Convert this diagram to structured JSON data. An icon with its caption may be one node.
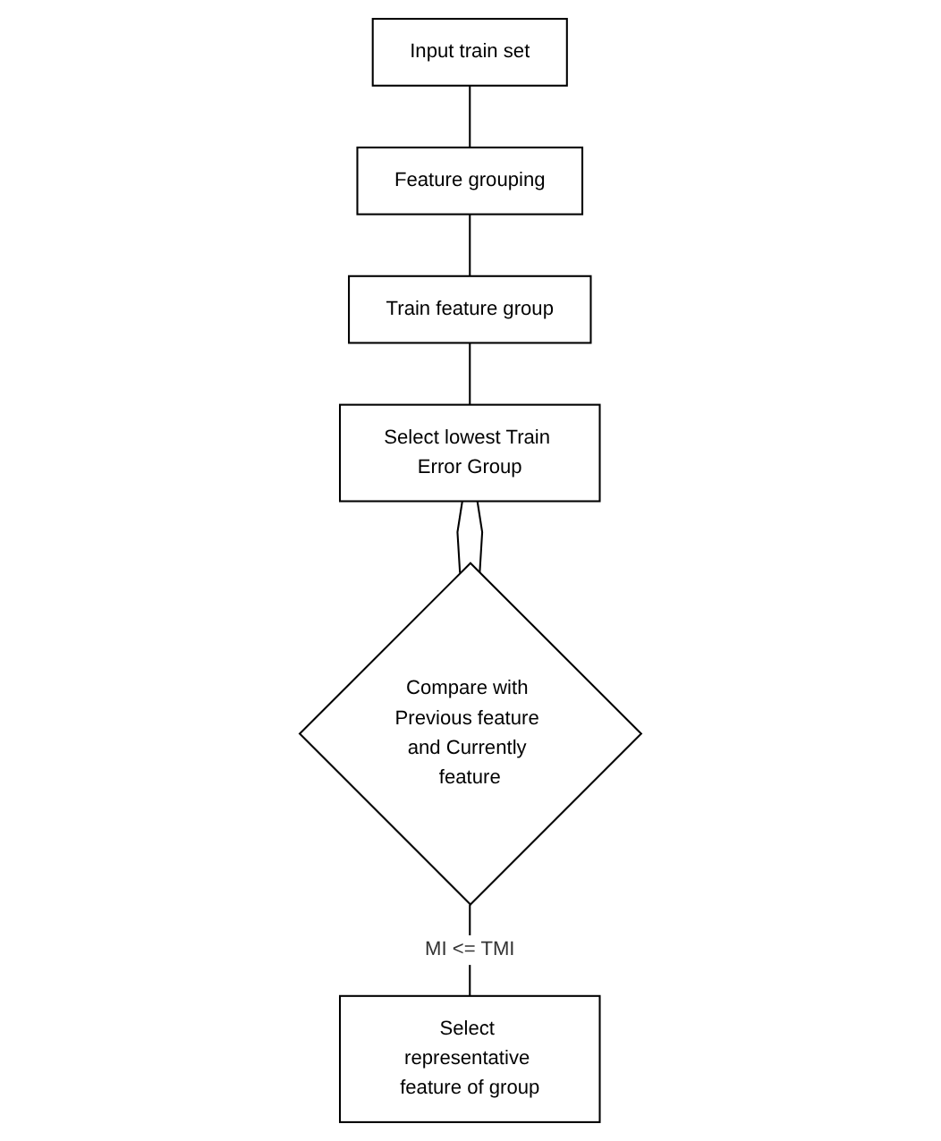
{
  "diagram": {
    "nodes": [
      {
        "text": [
          "Input train set"
        ]
      },
      {
        "text": [
          "Feature grouping"
        ]
      },
      {
        "text": [
          "Train feature group"
        ]
      },
      {
        "text": [
          "Select lowest Train Error Group"
        ]
      },
      {
        "text": [
          "Compare with Previous feature and Currently feature"
        ]
      },
      {
        "text": [
          "Select representative feature of group"
        ]
      }
    ],
    "edges": [
      {
        "from": 0,
        "to": 1,
        "arrow": "none"
      },
      {
        "from": 1,
        "to": 2,
        "arrow": "none"
      },
      {
        "from": 2,
        "to": 3,
        "arrow": "none"
      },
      {
        "from": 3,
        "to": 4,
        "arrow": "none"
      },
      {
        "from": 4,
        "to": 3,
        "arrow": "none"
      },
      {
        "from": 4,
        "to": 5,
        "arrow": "none",
        "label": "MI <= TMI"
      }
    ]
  }
}
